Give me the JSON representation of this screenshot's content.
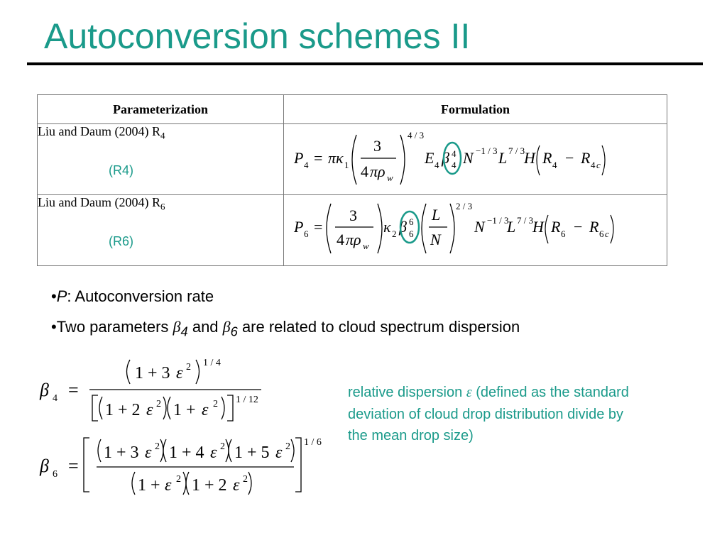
{
  "slide": {
    "title": "Autoconversion schemes II"
  },
  "table": {
    "headers": [
      "Parameterization",
      "Formulation"
    ],
    "rows": [
      {
        "name_prefix": "Liu and Daum (2004) R",
        "name_sub": "4",
        "tag": "(R4)"
      },
      {
        "name_prefix": "Liu and Daum (2004) R",
        "name_sub": "6",
        "tag": "(R6)"
      }
    ]
  },
  "bullets": {
    "b1_var": "P",
    "b1_text": ": Autoconversion rate",
    "b2_prefix": "Two parameters ",
    "b2_beta4": "4",
    "b2_and": " and ",
    "b2_beta6": "6",
    "b2_suffix": " are related to cloud spectrum dispersion"
  },
  "note": {
    "prefix": "relative dispersion ",
    "symbol": "ε",
    "suffix": " (defined as the standard deviation of cloud drop distribution divide by the mean drop size)"
  },
  "colors": {
    "accent": "#1a9a8a",
    "rule": "#000000",
    "table_border": "#777777"
  }
}
